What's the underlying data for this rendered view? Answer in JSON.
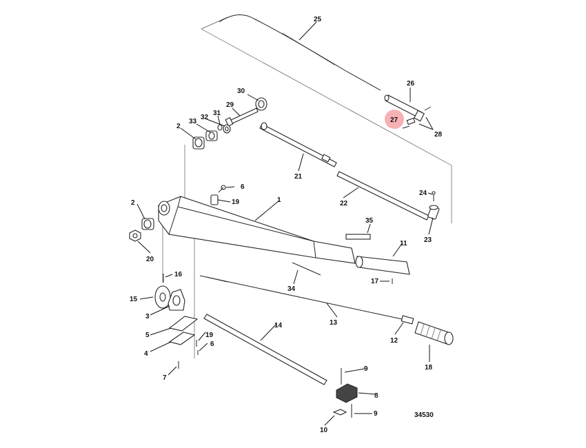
{
  "drawing_number": "34530",
  "highlight_color": "#f4a3a8",
  "callouts": [
    {
      "id": "1",
      "text": "1"
    },
    {
      "id": "2a",
      "text": "2"
    },
    {
      "id": "2b",
      "text": "2"
    },
    {
      "id": "3",
      "text": "3"
    },
    {
      "id": "4",
      "text": "4"
    },
    {
      "id": "5",
      "text": "5"
    },
    {
      "id": "6a",
      "text": "6"
    },
    {
      "id": "6b",
      "text": "6"
    },
    {
      "id": "7",
      "text": "7"
    },
    {
      "id": "8",
      "text": "8"
    },
    {
      "id": "9a",
      "text": "9"
    },
    {
      "id": "9b",
      "text": "9"
    },
    {
      "id": "10",
      "text": "10"
    },
    {
      "id": "11",
      "text": "11"
    },
    {
      "id": "12",
      "text": "12"
    },
    {
      "id": "13",
      "text": "13"
    },
    {
      "id": "14",
      "text": "14"
    },
    {
      "id": "15",
      "text": "15"
    },
    {
      "id": "16",
      "text": "16"
    },
    {
      "id": "17",
      "text": "17"
    },
    {
      "id": "18",
      "text": "18"
    },
    {
      "id": "19a",
      "text": "19"
    },
    {
      "id": "19b",
      "text": "19"
    },
    {
      "id": "20",
      "text": "20"
    },
    {
      "id": "21",
      "text": "21"
    },
    {
      "id": "22",
      "text": "22"
    },
    {
      "id": "23",
      "text": "23"
    },
    {
      "id": "24",
      "text": "24"
    },
    {
      "id": "25",
      "text": "25"
    },
    {
      "id": "26",
      "text": "26"
    },
    {
      "id": "27",
      "text": "27",
      "highlighted": true
    },
    {
      "id": "28",
      "text": "28"
    },
    {
      "id": "29",
      "text": "29"
    },
    {
      "id": "30",
      "text": "30"
    },
    {
      "id": "31",
      "text": "31"
    },
    {
      "id": "32",
      "text": "32"
    },
    {
      "id": "33",
      "text": "33"
    },
    {
      "id": "34",
      "text": "34"
    },
    {
      "id": "35",
      "text": "35"
    }
  ]
}
